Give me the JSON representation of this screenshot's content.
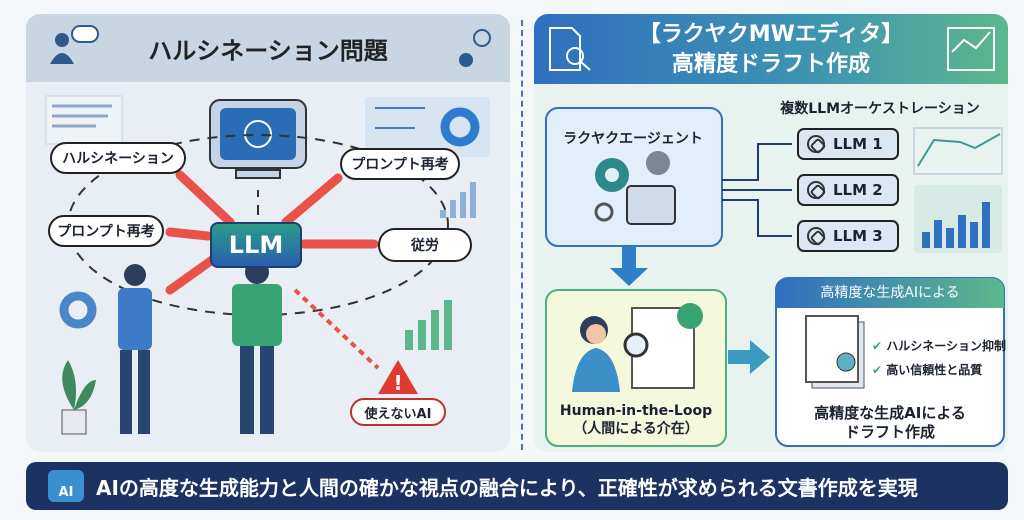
{
  "left_panel": {
    "title": "ハルシネーション問題",
    "bubbles": {
      "hallucination": "ハルシネーション",
      "prompt_rethink_top": "プロンプト再考",
      "prompt_rethink_left": "プロンプト再考",
      "toil": "従労",
      "useless_ai": "使えないAI"
    },
    "center_label": "LLM"
  },
  "right_panel": {
    "title_line1": "【ラクヤクMWエディタ】",
    "title_line2": "高精度ドラフト作成",
    "agent_label": "ラクヤクエージェント",
    "orchestration_label": "複数LLMオーケストレーション",
    "llms": [
      "LLM 1",
      "LLM 2",
      "LLM 3"
    ],
    "hitl_line1": "Human-in-the-Loop",
    "hitl_line2": "（人間による介在）",
    "result_header": "高精度な生成AIによる",
    "checks": [
      "ハルシネーション抑制",
      "高い信頼性と品質"
    ],
    "result_line1": "高精度な生成AIによる",
    "result_line2": "ドラフト作成"
  },
  "banner": {
    "icon_text": "AI",
    "text": "AIの高度な生成能力と人間の確かな視点の融合により、正確性が求められる文書作成を実現"
  }
}
